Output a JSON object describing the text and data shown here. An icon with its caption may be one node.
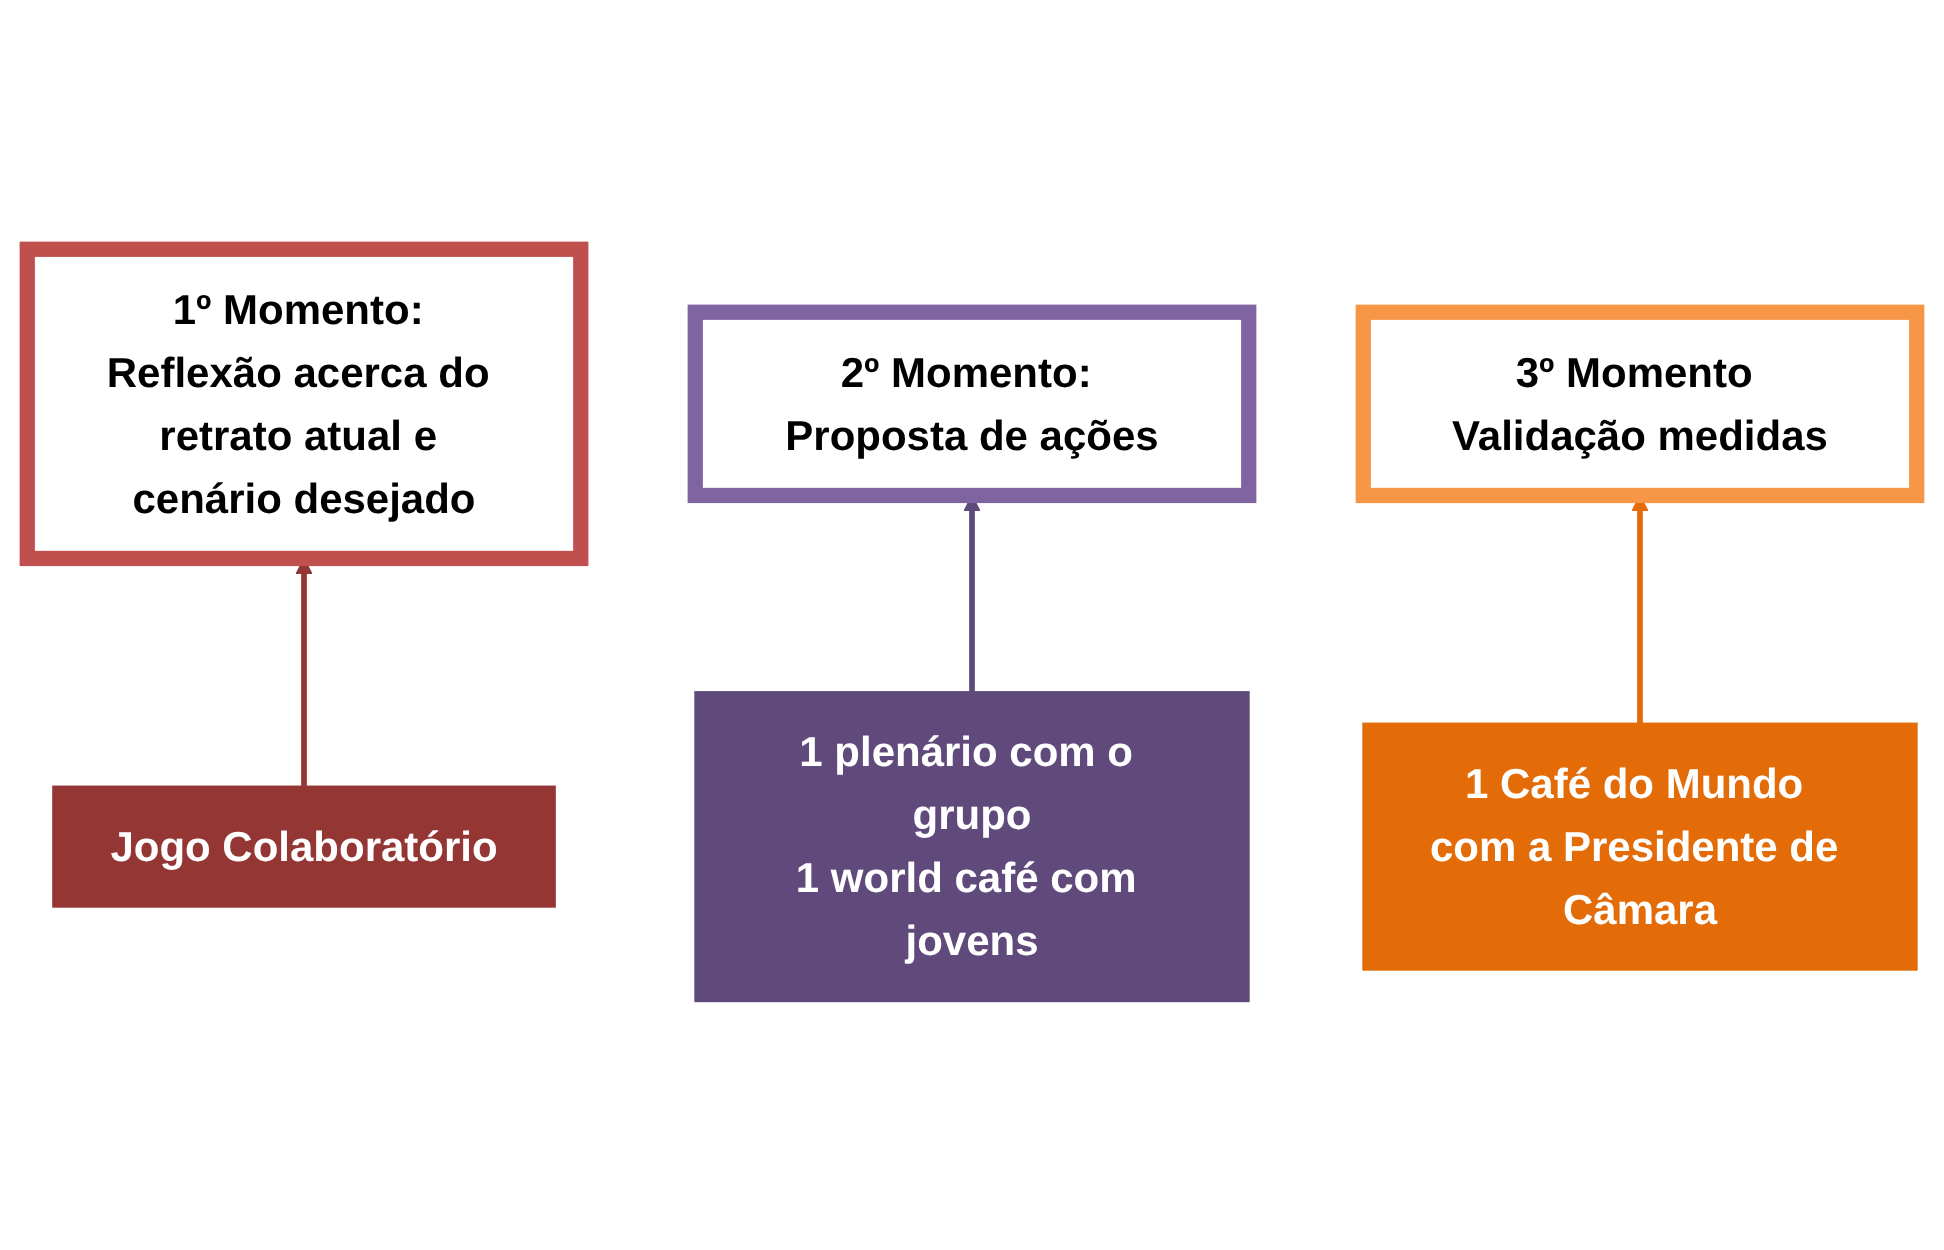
{
  "diagram": {
    "nodes": [
      {
        "text": [
          "1º Momento: Reflexão acerca do retrato atual e cenário desejado"
        ]
      },
      {
        "text": [
          "2º Momento: Proposta de ações"
        ]
      },
      {
        "text": [
          "3º Momento Validação medidas"
        ]
      },
      {
        "text": [
          "Jogo Colaboratório"
        ]
      },
      {
        "text": [
          "1 plenário com o grupo",
          "1 world café com jovens"
        ]
      },
      {
        "text": [
          "1 Café do Mundo com a Presidente de Câmara"
        ]
      }
    ],
    "edges": [
      {
        "from": 3,
        "to": 0,
        "arrow": "to",
        "color": "#943634"
      },
      {
        "from": 4,
        "to": 1,
        "arrow": "to",
        "color": "#604a7b"
      },
      {
        "from": 5,
        "to": 2,
        "arrow": "to",
        "color": "#e36c09"
      }
    ]
  }
}
